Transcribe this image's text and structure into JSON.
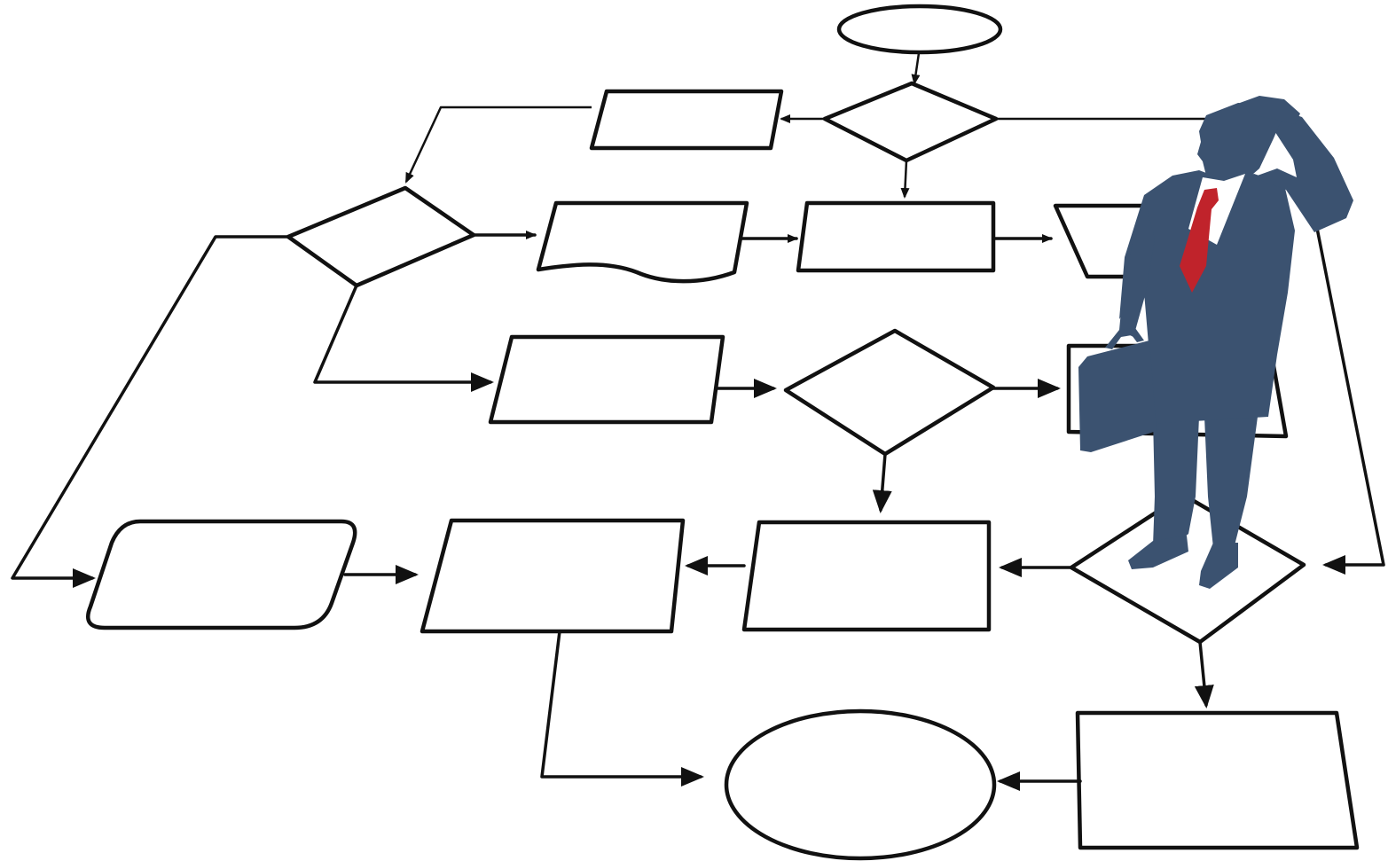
{
  "diagram": {
    "type": "flowchart",
    "labels": [],
    "colors": {
      "background": "#ffffff",
      "outline": "#111111",
      "figure_suit": "#3b5270",
      "figure_tie": "#c0232b",
      "figure_shirt": "#ffffff"
    },
    "shape_kinds": [
      "terminator",
      "decision",
      "process",
      "document",
      "manual-operation",
      "data",
      "connector"
    ],
    "illustration": "businessman-silhouette"
  }
}
